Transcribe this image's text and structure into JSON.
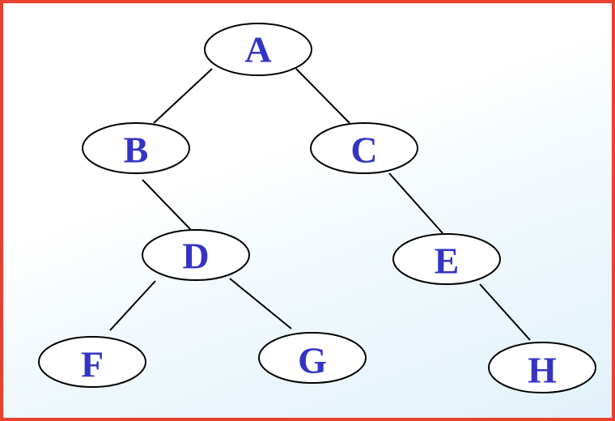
{
  "diagram": {
    "nodes": [
      {
        "id": "A",
        "label": "A"
      },
      {
        "id": "B",
        "label": "B"
      },
      {
        "id": "C",
        "label": "C"
      },
      {
        "id": "D",
        "label": "D"
      },
      {
        "id": "E",
        "label": "E"
      },
      {
        "id": "F",
        "label": "F"
      },
      {
        "id": "G",
        "label": "G"
      },
      {
        "id": "H",
        "label": "H"
      }
    ],
    "edges": [
      {
        "from": "A",
        "to": "B"
      },
      {
        "from": "A",
        "to": "C"
      },
      {
        "from": "B",
        "to": "D"
      },
      {
        "from": "C",
        "to": "E"
      },
      {
        "from": "D",
        "to": "F"
      },
      {
        "from": "D",
        "to": "G"
      },
      {
        "from": "E",
        "to": "H"
      }
    ],
    "colors": {
      "border": "#e8412f",
      "label": "#3434c4",
      "node_stroke": "#000000",
      "node_fill": "#ffffff"
    }
  }
}
